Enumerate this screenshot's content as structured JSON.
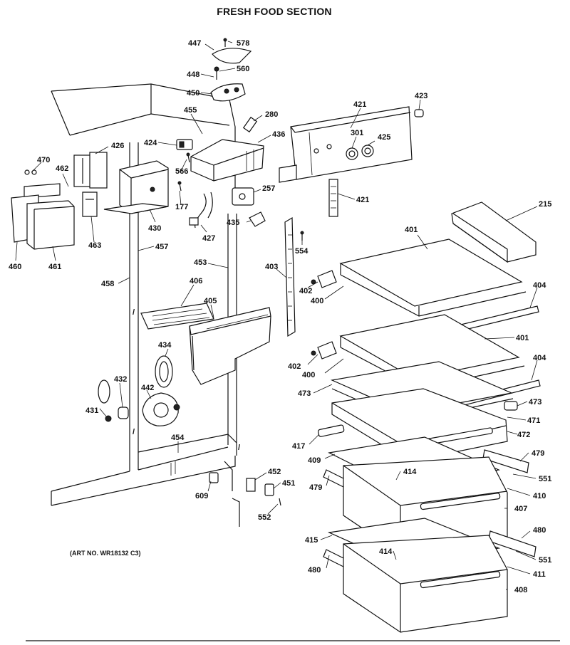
{
  "title": "FRESH FOOD SECTION",
  "art_number": "(ART NO. WR18132 C3)",
  "part_labels": {
    "p447": "447",
    "p578": "578",
    "p448": "448",
    "p560": "560",
    "p450": "450",
    "p455": "455",
    "p280": "280",
    "p424": "424",
    "p436": "436",
    "p426": "426",
    "p470": "470",
    "p462": "462",
    "p566": "566",
    "p257": "257",
    "p177": "177",
    "p430": "430",
    "p427": "427",
    "p435": "435",
    "p463": "463",
    "p460": "460",
    "p461": "461",
    "p457": "457",
    "p453": "453",
    "p458": "458",
    "p406": "406",
    "p405": "405",
    "p403": "403",
    "p554": "554",
    "p421a": "421",
    "p301": "301",
    "p425": "425",
    "p423": "423",
    "p421b": "421",
    "p215": "215",
    "p401a": "401",
    "p402a": "402",
    "p400a": "400",
    "p404a": "404",
    "p401b": "401",
    "p402b": "402",
    "p400b": "400",
    "p404b": "404",
    "p473a": "473",
    "p473b": "473",
    "p471": "471",
    "p472": "472",
    "p434": "434",
    "p432": "432",
    "p442": "442",
    "p431": "431",
    "p454": "454",
    "p417": "417",
    "p409": "409",
    "p479a": "479",
    "p414a": "414",
    "p551a": "551",
    "p479b": "479",
    "p410": "410",
    "p452": "452",
    "p451": "451",
    "p609": "609",
    "p552": "552",
    "p407": "407",
    "p415": "415",
    "p480a": "480",
    "p414b": "414",
    "p551b": "551",
    "p480b": "480",
    "p411": "411",
    "p408": "408"
  }
}
